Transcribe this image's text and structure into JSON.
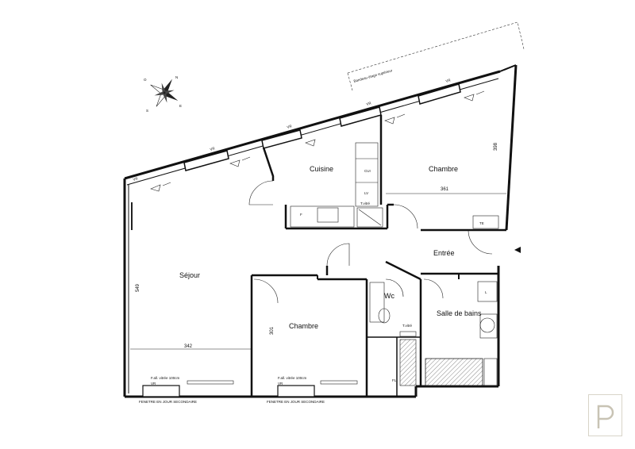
{
  "rooms": {
    "cuisine": "Cuisine",
    "chambre_1": "Chambre",
    "sejour": "Séjour",
    "chambre_2": "Chambre",
    "entree": "Entrée",
    "wc": "Wc",
    "salle_de_bains": "Salle de bains"
  },
  "dimensions": {
    "chambre_1_width": "361",
    "chambre_1_depth": "398",
    "sejour_width": "342",
    "sejour_depth": "549",
    "chambre_2_depth": "301"
  },
  "fixtures": {
    "kitchen_f": "F",
    "kitchen_cui": "CUI",
    "kitchen_lv": "LV",
    "kitchen_tvitre": "T.vitré",
    "te": "TE",
    "bath_l": "L",
    "wc_tvitre": "T.vitré",
    "fl": "FL"
  },
  "windows": {
    "vr_label": "VR",
    "fenetre_label": "F.all. vitrée 100cm",
    "secondary_opening": "FENETRE EN JOUR SECONDAIRE"
  },
  "top_note": "Bandeau étage supérieur",
  "compass": {
    "n": "N",
    "e": "E",
    "s": "S",
    "o": "O"
  },
  "colors": {
    "wall": "#111111",
    "hatch": "#555555",
    "logo_border": "#d8d4c8",
    "logo_mark": "#c8c3b4"
  }
}
